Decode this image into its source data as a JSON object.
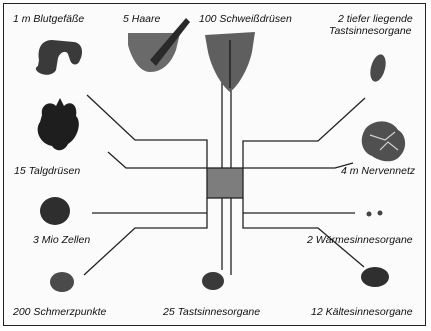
{
  "diagram": {
    "center_square_color": "#7d7d7d",
    "items": [
      {
        "key": "blutgefaesse",
        "label": "1 m Blutgefäße"
      },
      {
        "key": "haare",
        "label": "5 Haare"
      },
      {
        "key": "schweissdruesen",
        "label": "100 Schweißdrüsen"
      },
      {
        "key": "tastsinnesorgane_tief",
        "label_line1": "2 tiefer liegende",
        "label_line2": "Tastsinnesorgane"
      },
      {
        "key": "talgdruesen",
        "label": "15 Talgdrüsen"
      },
      {
        "key": "nervennetz",
        "label": "4 m Nervennetz"
      },
      {
        "key": "zellen",
        "label": "3 Mio Zellen"
      },
      {
        "key": "waermesinnesorgane",
        "label": "2 Wärmesinnesorgane"
      },
      {
        "key": "schmerzpunkte",
        "label": "200 Schmerzpunkte"
      },
      {
        "key": "tastsinnesorgane",
        "label": "25 Tastsinnesorgane"
      },
      {
        "key": "kaeltesinnesorgane",
        "label": "12 Kältesinnesorgane"
      }
    ]
  }
}
